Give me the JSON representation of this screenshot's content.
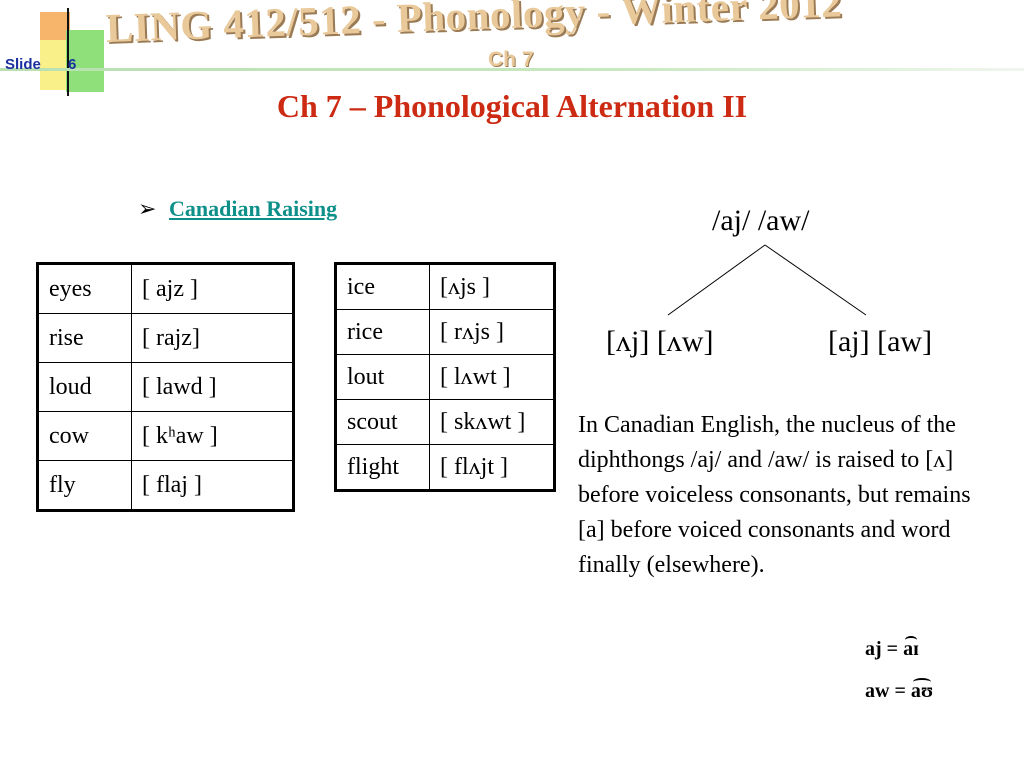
{
  "header": {
    "title": "LING 412/512 - Phonology - Winter 2012",
    "chapter": "Ch 7",
    "slide_label": "Slide",
    "slide_number": "6"
  },
  "main_title": "Ch 7 – Phonological Alternation II",
  "bullet": {
    "marker": "➢",
    "label": "Canadian Raising"
  },
  "table_voiced": [
    {
      "word": "eyes",
      "ipa": "[ ajz ]"
    },
    {
      "word": "rise",
      "ipa": "[ rajz]"
    },
    {
      "word": "loud",
      "ipa": "[ lawd ]"
    },
    {
      "word": "cow",
      "ipa": "[ kʰaw ]"
    },
    {
      "word": "fly",
      "ipa": "[ flaj ]"
    }
  ],
  "table_voiceless": [
    {
      "word": "ice",
      "ipa": "[ʌjs ]"
    },
    {
      "word": "rice",
      "ipa": "[ rʌjs ]"
    },
    {
      "word": "lout",
      "ipa": "[ lʌwt ]"
    },
    {
      "word": "scout",
      "ipa": "[ skʌwt ]"
    },
    {
      "word": "flight",
      "ipa": "[ flʌjt ]"
    }
  ],
  "tree": {
    "root": "/aj/ /aw/",
    "left": "[ʌj] [ʌw]",
    "right": "[aj] [aw]"
  },
  "description": "In Canadian English, the nucleus of the diphthongs /aj/ and /aw/ is raised to [ʌ] before voiceless consonants, but remains [a] before voiced consonants and word finally (elsewhere).",
  "equivalences": [
    {
      "left": "aj =",
      "right": "aɪ"
    },
    {
      "left": "aw =",
      "right": "aʊ"
    }
  ]
}
